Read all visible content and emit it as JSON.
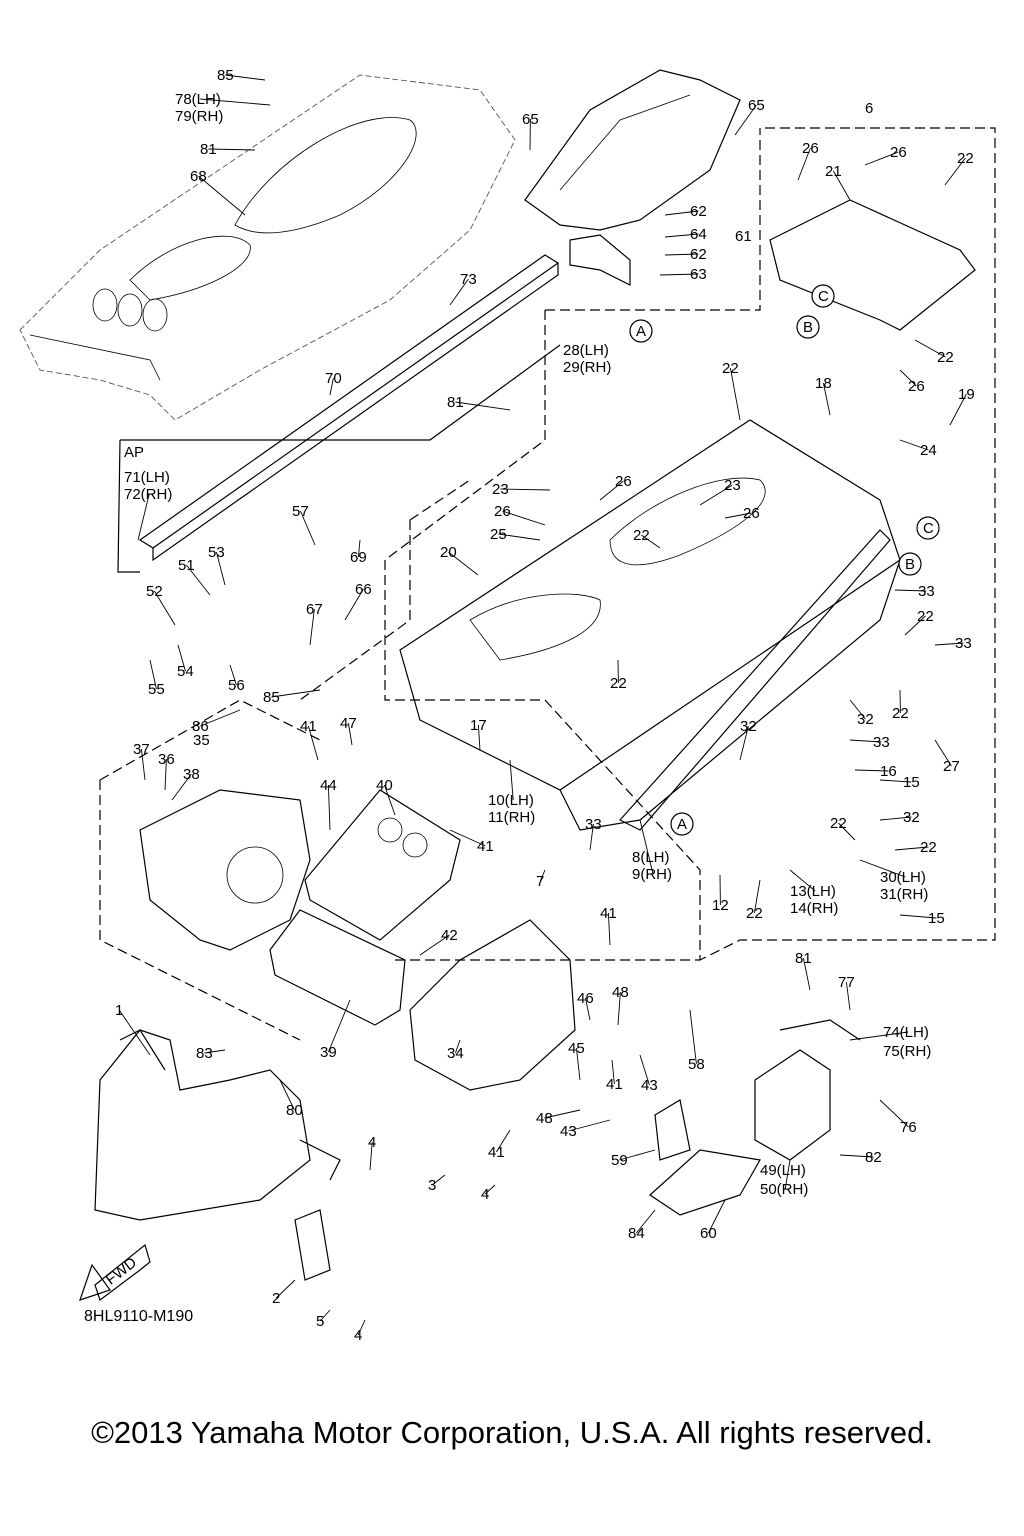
{
  "diagram_code": "8HL9110-M190",
  "copyright": "©2013 Yamaha Motor Corporation, U.S.A. All rights reserved.",
  "fwd_label": "FWD",
  "box_label": "AP",
  "callouts": [
    {
      "id": "85a",
      "text": "85"
    },
    {
      "id": "78_79a",
      "text": "78(LH)"
    },
    {
      "id": "78_79b",
      "text": "79(RH)"
    },
    {
      "id": "81a",
      "text": "81"
    },
    {
      "id": "68",
      "text": "68"
    },
    {
      "id": "65a",
      "text": "65"
    },
    {
      "id": "65b",
      "text": "65"
    },
    {
      "id": "6",
      "text": "6"
    },
    {
      "id": "26a",
      "text": "26"
    },
    {
      "id": "26b",
      "text": "26"
    },
    {
      "id": "21",
      "text": "21"
    },
    {
      "id": "22a",
      "text": "22"
    },
    {
      "id": "62a",
      "text": "62"
    },
    {
      "id": "64",
      "text": "64"
    },
    {
      "id": "61",
      "text": "61"
    },
    {
      "id": "62b",
      "text": "62"
    },
    {
      "id": "63",
      "text": "63"
    },
    {
      "id": "73",
      "text": "73"
    },
    {
      "id": "22b",
      "text": "22"
    },
    {
      "id": "26c",
      "text": "26"
    },
    {
      "id": "28_29a",
      "text": "28(LH)"
    },
    {
      "id": "28_29b",
      "text": "29(RH)"
    },
    {
      "id": "22c",
      "text": "22"
    },
    {
      "id": "18",
      "text": "18"
    },
    {
      "id": "19",
      "text": "19"
    },
    {
      "id": "24",
      "text": "24"
    },
    {
      "id": "70",
      "text": "70"
    },
    {
      "id": "81b",
      "text": "81"
    },
    {
      "id": "71_72a",
      "text": "71(LH)"
    },
    {
      "id": "71_72b",
      "text": "72(RH)"
    },
    {
      "id": "23a",
      "text": "23"
    },
    {
      "id": "26d",
      "text": "26"
    },
    {
      "id": "23b",
      "text": "23"
    },
    {
      "id": "26e",
      "text": "26"
    },
    {
      "id": "26f",
      "text": "26"
    },
    {
      "id": "25",
      "text": "25"
    },
    {
      "id": "22d",
      "text": "22"
    },
    {
      "id": "57",
      "text": "57"
    },
    {
      "id": "69",
      "text": "69"
    },
    {
      "id": "20",
      "text": "20"
    },
    {
      "id": "53",
      "text": "53"
    },
    {
      "id": "51",
      "text": "51"
    },
    {
      "id": "52",
      "text": "52"
    },
    {
      "id": "66",
      "text": "66"
    },
    {
      "id": "67",
      "text": "67"
    },
    {
      "id": "33a",
      "text": "33"
    },
    {
      "id": "22e",
      "text": "22"
    },
    {
      "id": "33b",
      "text": "33"
    },
    {
      "id": "55",
      "text": "55"
    },
    {
      "id": "54",
      "text": "54"
    },
    {
      "id": "56",
      "text": "56"
    },
    {
      "id": "22f",
      "text": "22"
    },
    {
      "id": "85b",
      "text": "85"
    },
    {
      "id": "86",
      "text": "86"
    },
    {
      "id": "32a",
      "text": "32"
    },
    {
      "id": "22g",
      "text": "22"
    },
    {
      "id": "27",
      "text": "27"
    },
    {
      "id": "33c",
      "text": "33"
    },
    {
      "id": "41a",
      "text": "41"
    },
    {
      "id": "47",
      "text": "47"
    },
    {
      "id": "17",
      "text": "17"
    },
    {
      "id": "16",
      "text": "16"
    },
    {
      "id": "15a",
      "text": "15"
    },
    {
      "id": "37",
      "text": "37"
    },
    {
      "id": "36",
      "text": "36"
    },
    {
      "id": "35",
      "text": "35"
    },
    {
      "id": "38",
      "text": "38"
    },
    {
      "id": "32b",
      "text": "32"
    },
    {
      "id": "44",
      "text": "44"
    },
    {
      "id": "40",
      "text": "40"
    },
    {
      "id": "10_11a",
      "text": "10(LH)"
    },
    {
      "id": "10_11b",
      "text": "11(RH)"
    },
    {
      "id": "22h",
      "text": "22"
    },
    {
      "id": "32c",
      "text": "32"
    },
    {
      "id": "41b",
      "text": "41"
    },
    {
      "id": "33d",
      "text": "33"
    },
    {
      "id": "22i",
      "text": "22"
    },
    {
      "id": "8_9a",
      "text": "8(LH)"
    },
    {
      "id": "8_9b",
      "text": "9(RH)"
    },
    {
      "id": "7",
      "text": "7"
    },
    {
      "id": "30_31a",
      "text": "30(LH)"
    },
    {
      "id": "30_31b",
      "text": "31(RH)"
    },
    {
      "id": "12",
      "text": "12"
    },
    {
      "id": "22j",
      "text": "22"
    },
    {
      "id": "13_14a",
      "text": "13(LH)"
    },
    {
      "id": "13_14b",
      "text": "14(RH)"
    },
    {
      "id": "15b",
      "text": "15"
    },
    {
      "id": "41c",
      "text": "41"
    },
    {
      "id": "42",
      "text": "42"
    },
    {
      "id": "81c",
      "text": "81"
    },
    {
      "id": "77",
      "text": "77"
    },
    {
      "id": "46",
      "text": "46"
    },
    {
      "id": "48a",
      "text": "48"
    },
    {
      "id": "74_75a",
      "text": "74(LH)"
    },
    {
      "id": "74_75b",
      "text": "75(RH)"
    },
    {
      "id": "1",
      "text": "1"
    },
    {
      "id": "83",
      "text": "83"
    },
    {
      "id": "39",
      "text": "39"
    },
    {
      "id": "34",
      "text": "34"
    },
    {
      "id": "45",
      "text": "45"
    },
    {
      "id": "43a",
      "text": "43"
    },
    {
      "id": "58",
      "text": "58"
    },
    {
      "id": "41d",
      "text": "41"
    },
    {
      "id": "80",
      "text": "80"
    },
    {
      "id": "48b",
      "text": "48"
    },
    {
      "id": "43b",
      "text": "43"
    },
    {
      "id": "76",
      "text": "76"
    },
    {
      "id": "41e",
      "text": "41"
    },
    {
      "id": "4a",
      "text": "4"
    },
    {
      "id": "49_50a",
      "text": "49(LH)"
    },
    {
      "id": "49_50b",
      "text": "50(RH)"
    },
    {
      "id": "82",
      "text": "82"
    },
    {
      "id": "59",
      "text": "59"
    },
    {
      "id": "3",
      "text": "3"
    },
    {
      "id": "4b",
      "text": "4"
    },
    {
      "id": "84",
      "text": "84"
    },
    {
      "id": "60",
      "text": "60"
    },
    {
      "id": "2",
      "text": "2"
    },
    {
      "id": "5",
      "text": "5"
    },
    {
      "id": "4c",
      "text": "4"
    }
  ],
  "ref_markers": [
    {
      "id": "A1",
      "text": "A"
    },
    {
      "id": "A2",
      "text": "A"
    },
    {
      "id": "B1",
      "text": "B"
    },
    {
      "id": "B2",
      "text": "B"
    },
    {
      "id": "C1",
      "text": "C"
    },
    {
      "id": "C2",
      "text": "C"
    }
  ]
}
